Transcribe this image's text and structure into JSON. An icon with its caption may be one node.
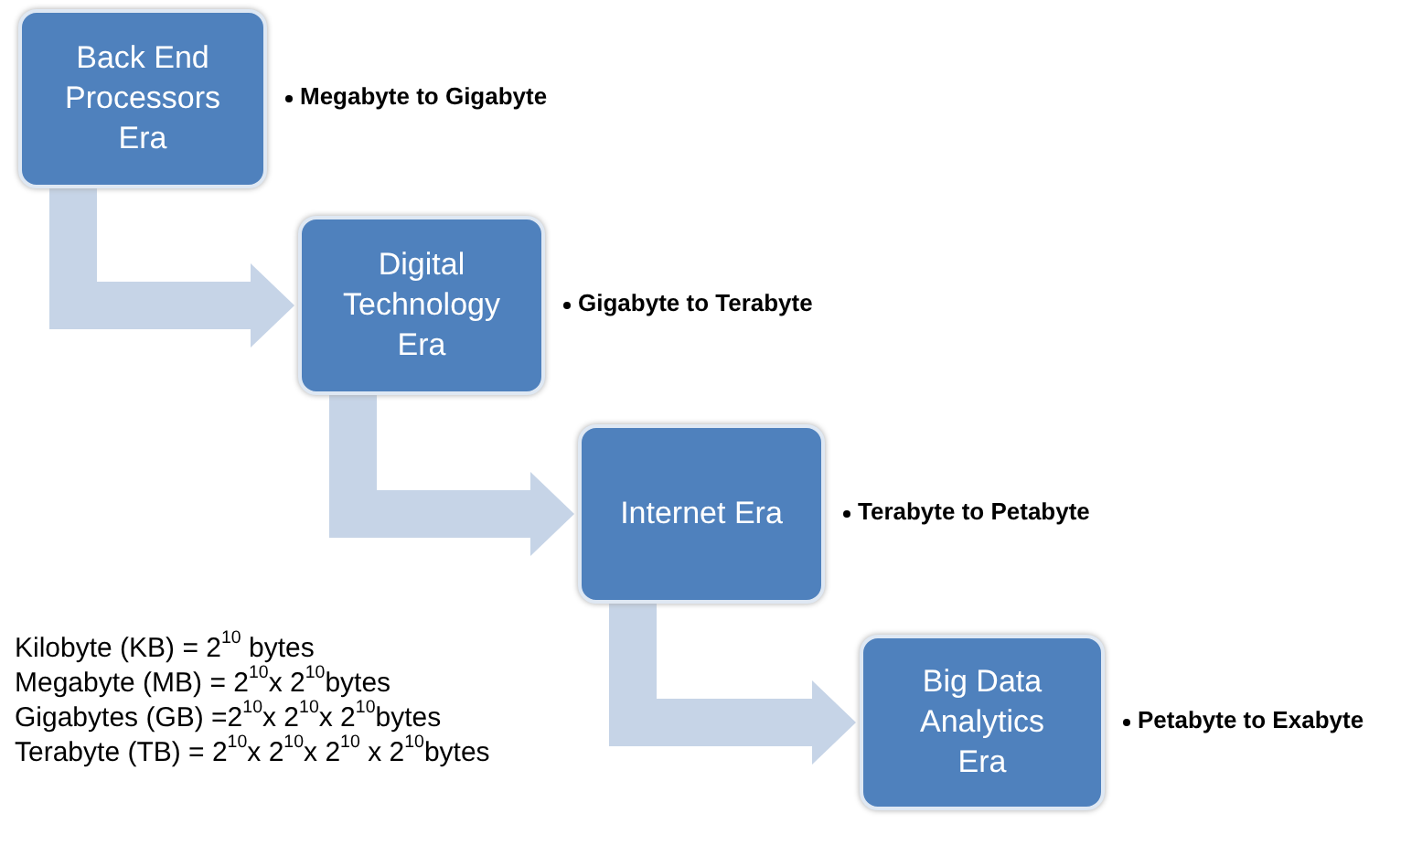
{
  "diagram": {
    "nodes": [
      {
        "text": [
          "Back End Processors Era"
        ],
        "beside": [
          "Megabyte to Gigabyte"
        ]
      },
      {
        "text": [
          "Digital Technology Era"
        ],
        "beside": [
          "Gigabyte to Terabyte"
        ]
      },
      {
        "text": [
          "Internet Era"
        ],
        "beside": [
          "Terabyte to Petabyte"
        ]
      },
      {
        "text": [
          "Big Data Analytics Era"
        ],
        "beside": [
          "Petabyte to Exabyte"
        ]
      }
    ],
    "edges": [
      {
        "from": 0,
        "to": 1,
        "arrow": "to"
      },
      {
        "from": 1,
        "to": 2,
        "arrow": "to"
      },
      {
        "from": 2,
        "to": 3,
        "arrow": "to"
      }
    ],
    "labels": [
      "Kilobyte (KB) = 2$^{10}$ bytes",
      "Megabyte (MB) = 2$^{10}$x 2$^{10}$bytes",
      "Gigabytes (GB) =2$^{10}$x 2$^{10}$x 2$^{10}$bytes",
      "Terabyte (TB) = 2$^{10}$x 2$^{10}$x 2$^{10}$ x 2$^{10}$bytes"
    ]
  }
}
